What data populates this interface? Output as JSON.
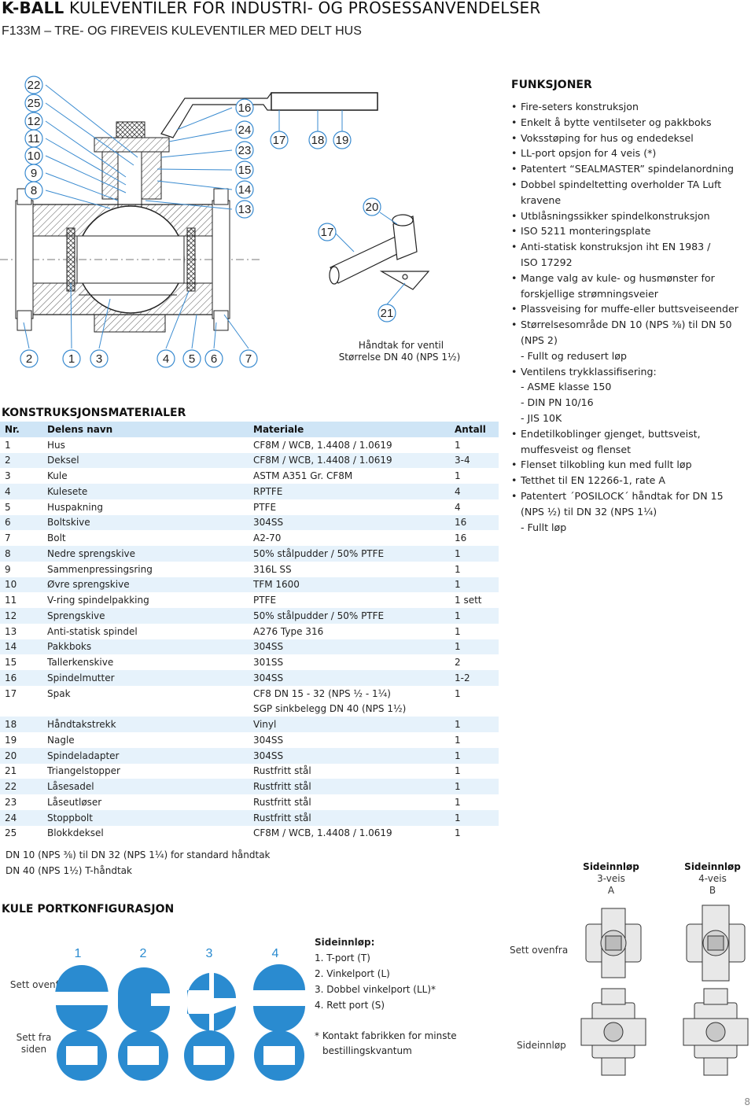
{
  "header": {
    "title_bold": "K-BALL",
    "title_rest": " KULEVENTILER FOR INDUSTRI- OG PROSESSANVENDELSER",
    "subtitle": "F133M – TRE- OG FIREVEIS KULEVENTILER MED DELT HUS"
  },
  "diagram": {
    "callouts_left": [
      "22",
      "25",
      "12",
      "11",
      "10",
      "9",
      "8"
    ],
    "callouts_right": [
      "16",
      "24",
      "23",
      "15",
      "14",
      "13"
    ],
    "callouts_top": [
      "17",
      "18",
      "19"
    ],
    "callouts_bottom": [
      "2",
      "1",
      "3",
      "4",
      "5",
      "6",
      "7"
    ],
    "handle_callouts": [
      "20",
      "17",
      "21"
    ],
    "handle_caption_1": "Håndtak for ventil",
    "handle_caption_2": "Størrelse DN 40 (NPS 1½)"
  },
  "materials": {
    "title": "KONSTRUKSJONSMATERIALER",
    "headers": [
      "Nr.",
      "Delens navn",
      "Materiale",
      "Antall"
    ],
    "rows": [
      [
        "1",
        "Hus",
        "CF8M / WCB, 1.4408 / 1.0619",
        "1"
      ],
      [
        "2",
        "Deksel",
        "CF8M / WCB, 1.4408 / 1.0619",
        "3-4"
      ],
      [
        "3",
        "Kule",
        "ASTM A351 Gr. CF8M",
        "1"
      ],
      [
        "4",
        "Kulesete",
        "RPTFE",
        "4"
      ],
      [
        "5",
        "Huspakning",
        "PTFE",
        "4"
      ],
      [
        "6",
        "Boltskive",
        "304SS",
        "16"
      ],
      [
        "7",
        "Bolt",
        "A2-70",
        "16"
      ],
      [
        "8",
        "Nedre sprengskive",
        "50% stålpudder / 50% PTFE",
        "1"
      ],
      [
        "9",
        "Sammenpressingsring",
        "316L SS",
        "1"
      ],
      [
        "10",
        "Øvre sprengskive",
        "TFM 1600",
        "1"
      ],
      [
        "11",
        "V-ring spindelpakking",
        "PTFE",
        "1 sett"
      ],
      [
        "12",
        "Sprengskive",
        "50% stålpudder / 50% PTFE",
        "1"
      ],
      [
        "13",
        "Anti-statisk spindel",
        "A276 Type 316",
        "1"
      ],
      [
        "14",
        "Pakkboks",
        "304SS",
        "1"
      ],
      [
        "15",
        "Tallerkenskive",
        "301SS",
        "2"
      ],
      [
        "16",
        "Spindelmutter",
        "304SS",
        "1-2"
      ],
      [
        "17",
        "Spak",
        "CF8 DN 15 - 32 (NPS ½ - 1¼)",
        "1"
      ],
      [
        "",
        "",
        "SGP sinkbelegg DN 40 (NPS 1½)",
        ""
      ],
      [
        "18",
        "Håndtakstrekk",
        "Vinyl",
        "1"
      ],
      [
        "19",
        "Nagle",
        "304SS",
        "1"
      ],
      [
        "20",
        "Spindeladapter",
        "304SS",
        "1"
      ],
      [
        "21",
        "Triangelstopper",
        "Rustfritt stål",
        "1"
      ],
      [
        "22",
        "Låsesadel",
        "Rustfritt stål",
        "1"
      ],
      [
        "23",
        "Låseutløser",
        "Rustfritt stål",
        "1"
      ],
      [
        "24",
        "Stoppbolt",
        "Rustfritt stål",
        "1"
      ],
      [
        "25",
        "Blokkdeksel",
        "CF8M / WCB, 1.4408 / 1.0619",
        "1"
      ]
    ],
    "note_1": "DN 10 (NPS ⅜) til DN 32 (NPS 1¼) for standard håndtak",
    "note_2": "DN 40 (NPS 1½) T-håndtak"
  },
  "functions": {
    "title": "FUNKSJONER",
    "items": [
      {
        "b": true,
        "t": "Fire-seters konstruksjon"
      },
      {
        "b": true,
        "t": "Enkelt å bytte ventilseter og pakkboks"
      },
      {
        "b": true,
        "t": "Voksstøping for hus og endedeksel"
      },
      {
        "b": true,
        "t": "LL-port opsjon for 4 veis (*)"
      },
      {
        "b": true,
        "t": "Patentert “SEALMASTER” spindelanordning"
      },
      {
        "b": true,
        "t": "Dobbel spindeltetting overholder TA Luft"
      },
      {
        "b": false,
        "t": "kravene"
      },
      {
        "b": true,
        "t": "Utblåsningssikker spindelkonstruksjon"
      },
      {
        "b": true,
        "t": "ISO 5211 monteringsplate"
      },
      {
        "b": true,
        "t": "Anti-statisk konstruksjon iht EN 1983 /"
      },
      {
        "b": false,
        "t": "ISO 17292"
      },
      {
        "b": true,
        "t": "Mange valg av kule- og husmønster for"
      },
      {
        "b": false,
        "t": "forskjellige strømningsveier"
      },
      {
        "b": true,
        "t": "Plassveising for muffe-eller buttsveiseender"
      },
      {
        "b": true,
        "t": "Størrelsesområde DN 10 (NPS ⅜) til DN 50"
      },
      {
        "b": false,
        "t": "(NPS 2)"
      },
      {
        "b": false,
        "t": "- Fullt og redusert løp"
      },
      {
        "b": true,
        "t": "Ventilens trykklassifisering:"
      },
      {
        "b": false,
        "t": "- ASME klasse 150"
      },
      {
        "b": false,
        "t": "- DIN PN 10/16"
      },
      {
        "b": false,
        "t": "- JIS 10K"
      },
      {
        "b": true,
        "t": "Endetilkoblinger gjenget, buttsveist,"
      },
      {
        "b": false,
        "t": "muffesveist og flenset"
      },
      {
        "b": true,
        "t": "Flenset tilkobling kun med fullt løp"
      },
      {
        "b": true,
        "t": "Tetthet til EN 12266-1, rate A"
      },
      {
        "b": true,
        "t": "Patentert ´POSILOCK´ håndtak for DN 15"
      },
      {
        "b": false,
        "t": "(NPS ½) til DN 32 (NPS 1¼)"
      },
      {
        "b": false,
        "t": "- Fullt løp"
      }
    ]
  },
  "ports": {
    "title": "KULE PORTKONFIGURASJON",
    "numbers": [
      "1",
      "2",
      "3",
      "4"
    ],
    "row1_label": "Sett ovenfra",
    "row2_label": "Sett fra siden",
    "side_title": "Sideinnløp:",
    "side_items": [
      "1. T-port (T)",
      "2. Vinkelport (L)",
      "3. Dobbel vinkelport (LL)*",
      "4. Rett port (S)"
    ],
    "footnote": "* Kontakt fabrikken for minste bestillingskvantum"
  },
  "inlet": {
    "col_a_title": "Sideinnløp",
    "col_a_sub": "3-veis",
    "col_a_letter": "A",
    "col_b_title": "Sideinnløp",
    "col_b_sub": "4-veis",
    "col_b_letter": "B",
    "row1_label": "Sett ovenfra",
    "row2_label": "Sideinnløp"
  },
  "page_number": "8"
}
